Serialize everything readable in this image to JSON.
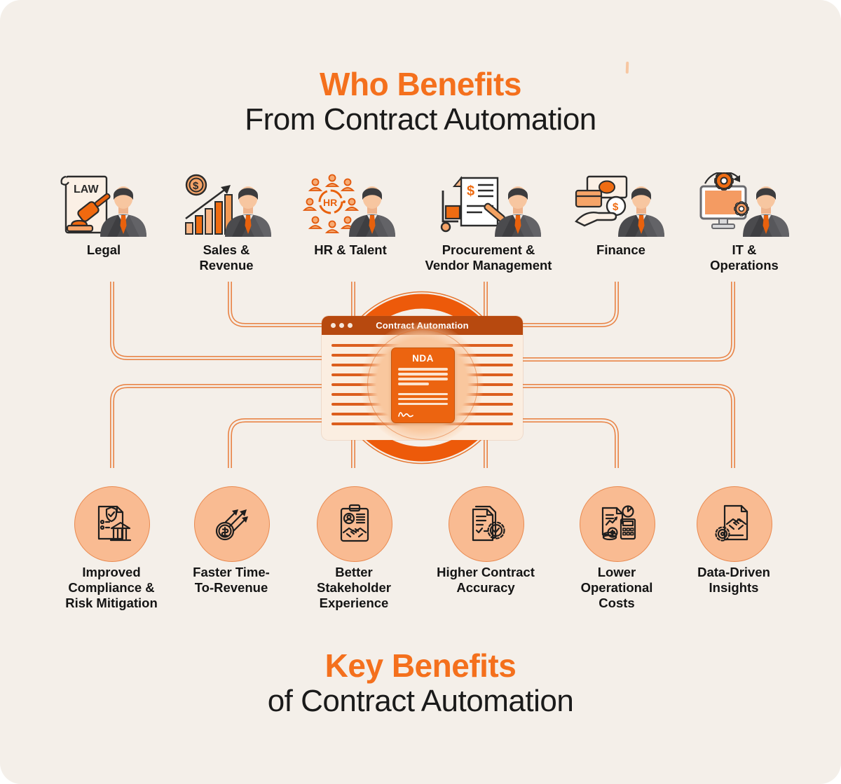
{
  "header": {
    "accent": "Who Benefits",
    "rest": "From Contract Automation"
  },
  "footer": {
    "accent": "Key Benefits",
    "rest": "of Contract Automation"
  },
  "center_window": {
    "title": "Contract Automation",
    "doc_label": "NDA"
  },
  "beneficiaries": [
    {
      "label": "Legal",
      "icon": "law-document-gavel-person"
    },
    {
      "label": "Sales &\nRevenue",
      "icon": "growth-bars-coin-person"
    },
    {
      "label": "HR & Talent",
      "icon": "hr-people-network-person"
    },
    {
      "label": "Procurement &\nVendor Management",
      "icon": "purchase-doc-trolley-person"
    },
    {
      "label": "Finance",
      "icon": "money-card-hand-person"
    },
    {
      "label": "IT &\nOperations",
      "icon": "monitor-gears-person"
    }
  ],
  "benefits": [
    {
      "label": "Improved\nCompliance &\nRisk Mitigation",
      "icon": "shield-document-bank"
    },
    {
      "label": "Faster Time-\nTo-Revenue",
      "icon": "coin-speed-arrows"
    },
    {
      "label": "Better\nStakeholder\nExperience",
      "icon": "clipboard-profile-handshake"
    },
    {
      "label": "Higher Contract\nAccuracy",
      "icon": "checked-document-seal"
    },
    {
      "label": "Lower\nOperational\nCosts",
      "icon": "report-calculator-coins"
    },
    {
      "label": "Data-Driven\nInsights",
      "icon": "document-handshake-gear"
    }
  ],
  "colors": {
    "background": "#F4EFE9",
    "accent_orange": "#F4701D",
    "ring_orange": "#ED5A0A",
    "window_bar": "#B7490F",
    "nda_card": "#EC6410",
    "connector": "#E98548",
    "bubble_fill": "#F9BB92"
  }
}
